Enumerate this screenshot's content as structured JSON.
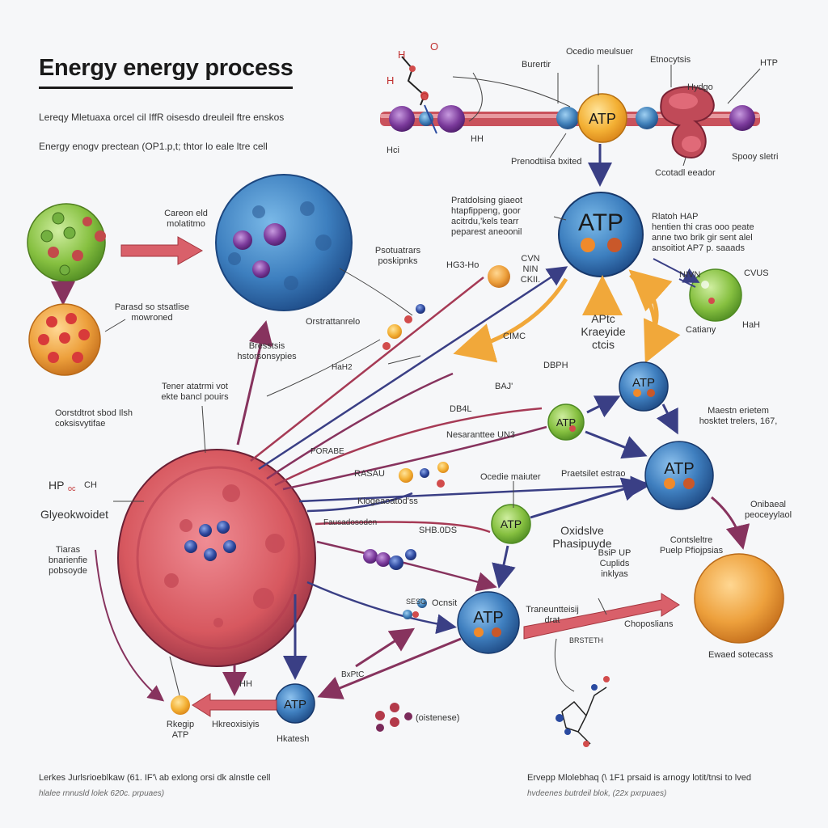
{
  "title": "Energy energy process",
  "subtitle_1": "Lereqy Mletuaxa orcel cil IffR oisesdo dreuleil ftre enskos",
  "subtitle_2": "Energy enogv prectean (OP1.p,t; thtor lo eale ltre cell",
  "atp_label": "ATP",
  "labels": {
    "top_burertir": "Burertir",
    "top_oxidio": "Ocedio meulsuer",
    "top_etnocytsis": "Etnocytsis",
    "top_htp": "HTP",
    "top_hydgo": "Hydgo",
    "top_hci": "Hci",
    "top_hh": "HH",
    "top_predotisa": "Prenodtiisa bxited",
    "top_spoogy": "Spooy sletri",
    "top_cootadl": "Ccotadl eeador",
    "carbon": "Careon eld\nmolatitmo",
    "parasd": "Parasd so stsatlise\nmowroned",
    "psotua": "Psotuatrars\nposkipnks",
    "catabolic": "Pratdolsing giaeot\nhtapfippeng, goor\nacitrdu,'kels tearr\npeparest aneoonil",
    "hg3": "HG3-Ho",
    "cvn": "CVN\nNIN\nCKII.",
    "ratoh": "Rlatoh HAP\nhentien thi cras ooo peate\nanne two brik gir sent alel\nansoitiot AP7 p. saaads",
    "catiany": "Catiany",
    "nivn": "NIVN",
    "cvus": "CVUS",
    "hah": "HaH",
    "kreb": "APtc\nKraeyide\nctcis",
    "cimc": "CIMC",
    "dbph": "DBPH",
    "baj": "BAJ'",
    "orstrat": "Orstrattanrelo",
    "bresstsi": "Bresstsis\nhstorsonsypies",
    "teren": "Tener atatrmi vot\nekte bancl pouirs",
    "ocrst": "Oorstdtrot sbod Ilsh\ncoksisvytifae",
    "hp": "HP",
    "hp_sub": "oc",
    "hp_ch": "CH",
    "glyco": "Glyeokwoidet",
    "biarsn": "Tiaras\nbnarienfie\npobsoyde",
    "hah2": "HaH2",
    "porabe": "PORABE",
    "neseln": "Nesaranttee UN3",
    "db4": "DB4L",
    "maestn": "Maestn erietem\nhosktet trelers, 167,",
    "rasau": "RASAU",
    "kiogeo": "Kiogeaoatod'ss",
    "oxidiv": "Ocedie maiuter",
    "praetsi": "Praetsilet estrao",
    "ohrahad": "Onibaeal\npeoceyylaol",
    "pusadoc": "Fausadosoden",
    "shbs": "SHB.0DS",
    "oxidsive": "Oxidslve\nPhasipuyde",
    "contsive": "Contsleltre\nPuelp Pfiojpsias",
    "bsip": "BsiP UP\nCuplids\ninklyas",
    "ocnsit": "Ocnsit",
    "traneun": "Traneuntteisij\ndrat",
    "choptasis": "Choposlians",
    "ewaed": "Ewaed sotecass",
    "brsteth": "BRSTETH",
    "bxtc": "BxPtC",
    "hh2": "HH",
    "rkegip": "Rkegip\nATP",
    "hydrolysis": "Hkreoxisiyis",
    "hkatesh": "Hkatesh",
    "oistese": "(oistenese)",
    "sesg": "SESG"
  },
  "footer_left_1": "Lerkes Jurlsrioeblkaw (61. IF'\\ ab exlong orsi dk alnstle cell",
  "footer_left_2": "hlalee rnnusld lolek 620c. prpuaes)",
  "footer_right_1": "Ervepp Mlolebhaq (\\ 1F1 prsaid is arnogy lotit/tnsi to lved",
  "footer_right_2": "hvdeenes butrdeil blok, (22x pxrpuaes)",
  "colors": {
    "background": "#f6f7f9",
    "atp_core": "#3c7fc0",
    "atp_gold": "#f3b73a",
    "cell_red": "#c8475a",
    "green_cell": "#8dc044",
    "orange_cell": "#e89a3a",
    "arrow_navy": "#3a3f85",
    "arrow_purple": "#87335e",
    "arrow_orange": "#f1a83a",
    "arrow_red": "#d0565c"
  }
}
